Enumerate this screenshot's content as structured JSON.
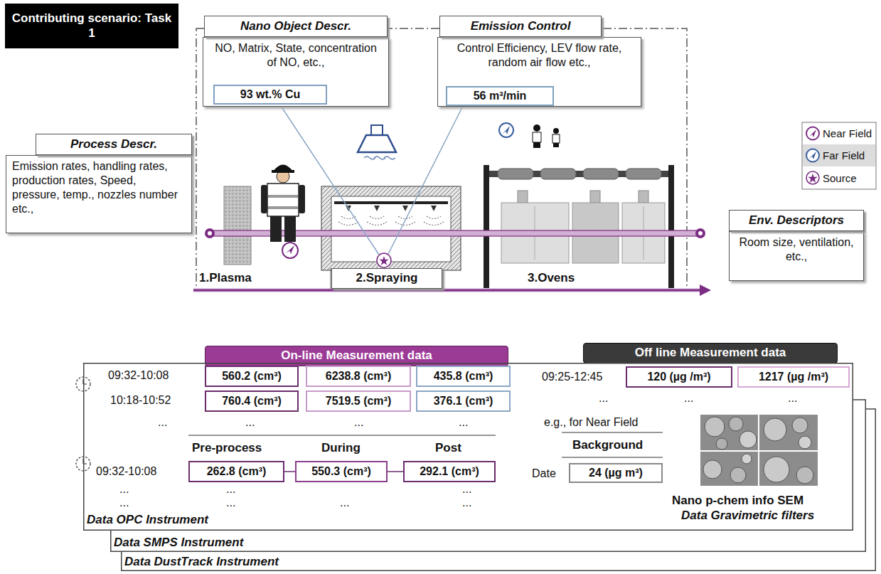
{
  "diagram": {
    "nodes": [
      {
        "text": [
          "Contributing scenario: Task 1"
        ]
      },
      {
        "text": [
          "Nano Object Descr.",
          "NO, Matrix, State, concentration of NO, etc.,"
        ]
      },
      {
        "text": [
          "93 wt.% Cu"
        ],
        "in": 1
      },
      {
        "text": [
          "Emission Control",
          "Control Efficiency, LEV flow rate, random air flow etc.,"
        ]
      },
      {
        "text": [
          "56 m³/min"
        ],
        "in": 3
      },
      {
        "text": [
          "Process Descr.",
          "Emission rates, handling rates, production rates, Speed, pressure, temp., nozzles number etc.,"
        ]
      },
      {
        "text": [
          "Env. Descriptors",
          "Room size, ventilation, etc.,"
        ]
      },
      {
        "text": [
          "2.Spraying"
        ]
      },
      {
        "text": [
          "On-line Measurement data"
        ]
      },
      {
        "text": [
          "Off line Measurement data"
        ]
      },
      {
        "text": [
          "Data DustTrack Instrument"
        ]
      },
      {
        "text": [
          "Data SMPS Instrument"
        ]
      },
      {
        "text": [
          "Data OPC Instrument"
        ]
      },
      {
        "text": [
          "560.2 (cm³)"
        ],
        "in": 12
      },
      {
        "text": [
          "6238.8 (cm³)"
        ],
        "in": 12
      },
      {
        "text": [
          "435.8 (cm³)"
        ],
        "in": 12
      },
      {
        "text": [
          "760.4 (cm³)"
        ],
        "in": 12
      },
      {
        "text": [
          "7519.5 (cm³)"
        ],
        "in": 12
      },
      {
        "text": [
          "376.1 (cm³)"
        ],
        "in": 12
      },
      {
        "text": [
          "262.8 (cm³)"
        ],
        "in": 12
      },
      {
        "text": [
          "550.3 (cm³)"
        ],
        "in": 12
      },
      {
        "text": [
          "292.1 (cm³)"
        ],
        "in": 12
      },
      {
        "text": [
          "120 (µg /m³)"
        ],
        "in": 12
      },
      {
        "text": [
          "1217 (µg /m³)"
        ],
        "in": 12
      },
      {
        "text": [
          "24 (µg m³)"
        ],
        "in": 12
      }
    ],
    "edges": [
      {
        "from": 19,
        "to": 20,
        "arrow": "none"
      },
      {
        "from": 20,
        "to": 21,
        "arrow": "none"
      }
    ],
    "labels": [
      "1.Plasma",
      "3.Ovens",
      "09:32-10:08",
      "10:18-10:52",
      "...",
      "...",
      "...",
      "...",
      "Pre-process",
      "During",
      "Post",
      "09:32-10:08",
      "...",
      "...",
      "...",
      "...",
      "...",
      "...",
      "...",
      "09:25-12:45",
      "...",
      "...",
      "...",
      "e.g., for Near Field",
      "Background",
      "Date",
      "Nano p-chem info SEM",
      "Data Gravimetric filters"
    ],
    "legend": [
      {
        "text": "Near Field"
      },
      {
        "text": "Far Field"
      },
      {
        "text": "Source"
      }
    ]
  }
}
